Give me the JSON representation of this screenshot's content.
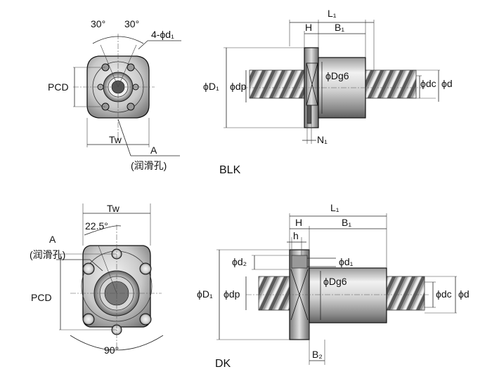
{
  "views": {
    "blk": {
      "model": "BLK",
      "angle_left": "30°",
      "angle_right": "30°",
      "holes": "4-ϕd₁",
      "pcd": "PCD",
      "tw": "Tw",
      "lube_port": "A",
      "lube_port_note": "(润滑孔)",
      "l1": "L₁",
      "h": "H",
      "b1": "B₁",
      "d1_outer": "ϕD₁",
      "dp": "ϕdp",
      "dg6": "ϕDg6",
      "dc": "ϕdc",
      "d": "ϕd",
      "n1": "N₁"
    },
    "dk": {
      "model": "DK",
      "tw": "Tw",
      "angle": "22.5°",
      "lube_port": "A",
      "lube_port_note": "(润滑孔)",
      "pcd": "PCD",
      "angle_bottom": "90°",
      "l1": "L₁",
      "h": "H",
      "b1": "B₁",
      "h_small": "h",
      "d2": "ϕd₂",
      "d1_small": "ϕd₁",
      "d1_outer": "ϕD₁",
      "dp": "ϕdp",
      "dg6": "ϕDg6",
      "dc": "ϕdc",
      "d": "ϕd",
      "b2": "B₂"
    }
  },
  "colors": {
    "ink": "#111111",
    "nut_light": "#e6e6e6",
    "nut_mid": "#b4b4b4",
    "nut_dark": "#6e6e6e",
    "shaft_dark": "#555555"
  }
}
